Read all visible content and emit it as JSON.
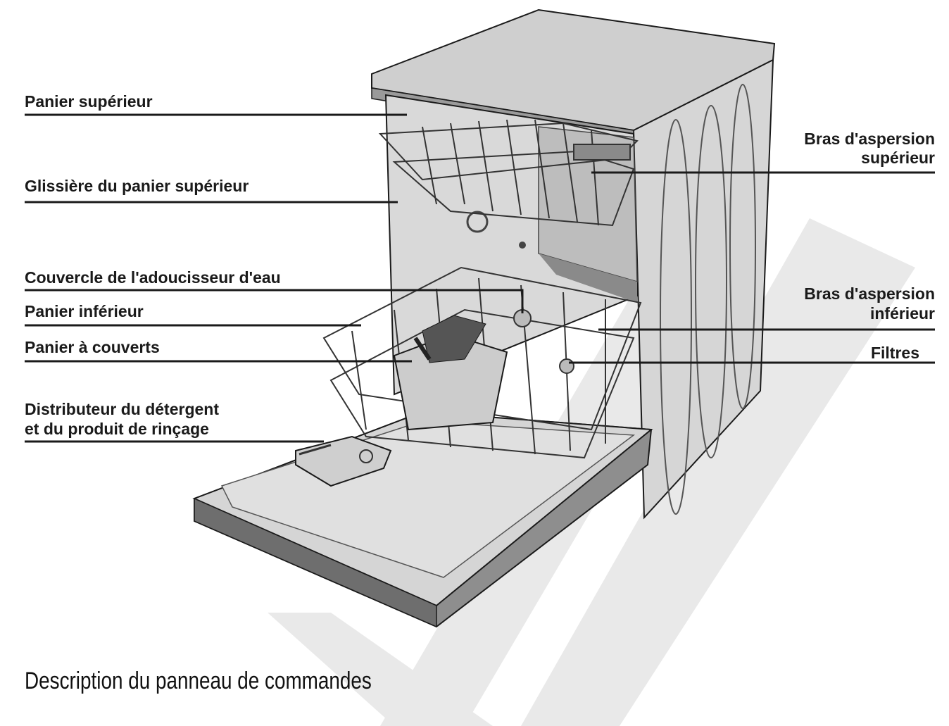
{
  "labels": {
    "upper_basket": "Panier supérieur",
    "upper_basket_rail": "Glissière du panier supérieur",
    "water_softener_cover": "Couvercle de l'adoucisseur d'eau",
    "lower_basket": "Panier inférieur",
    "cutlery_basket": "Panier à couverts",
    "dispenser_line1": "Distributeur du détergent",
    "dispenser_line2": "et du produit de rinçage",
    "upper_spray_arm_line1": "Bras d'aspersion",
    "upper_spray_arm_line2": "supérieur",
    "lower_spray_arm_line1": "Bras d'aspersion",
    "lower_spray_arm_line2": "inférieur",
    "filters": "Filtres"
  },
  "caption": "Description du panneau de commandes",
  "colors": {
    "line": "#1a1a1a",
    "body": "#dcdcdc",
    "shadow": "#9a9a9a",
    "dark": "#5a5a5a",
    "watermark": "#e6e6e6"
  }
}
